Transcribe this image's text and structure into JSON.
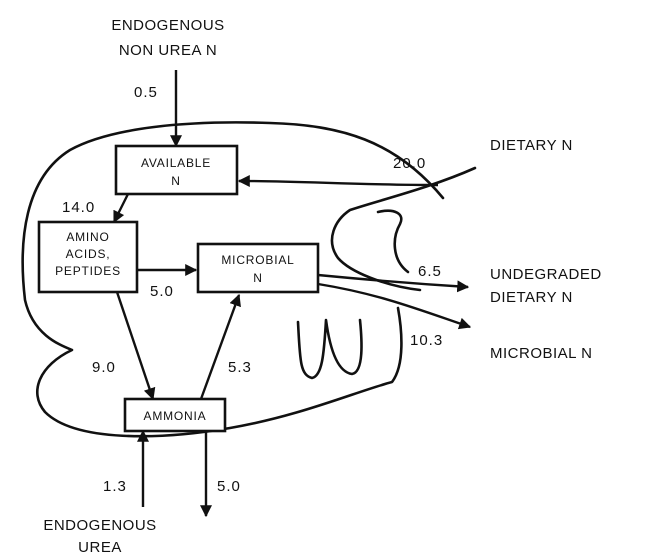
{
  "labels": {
    "endogenous_non_urea_n": [
      "ENDOGENOUS",
      "NON UREA N"
    ],
    "dietary_n": "DIETARY N",
    "undegraded_dietary_n": [
      "UNDEGRADED",
      "DIETARY N"
    ],
    "microbial_n_out": "MICROBIAL N",
    "endogenous_urea": [
      "ENDOGENOUS",
      "UREA"
    ]
  },
  "boxes": {
    "available_n": [
      "AVAILABLE",
      "N"
    ],
    "amino_acids_peptides": [
      "AMINO",
      "ACIDS,",
      "PEPTIDES"
    ],
    "microbial_n": [
      "MICROBIAL",
      "N"
    ],
    "ammonia": "AMMONIA"
  },
  "flows": {
    "endogenous_non_urea_to_available": "0.5",
    "dietary_to_available": "20.0",
    "available_to_amino": "14.0",
    "amino_to_microbial": "5.0",
    "amino_to_ammonia": "9.0",
    "ammonia_to_microbial": "5.3",
    "undegraded_dietary_out": "6.5",
    "microbial_out": "10.3",
    "endogenous_urea_in": "1.3",
    "ammonia_out": "5.0"
  }
}
